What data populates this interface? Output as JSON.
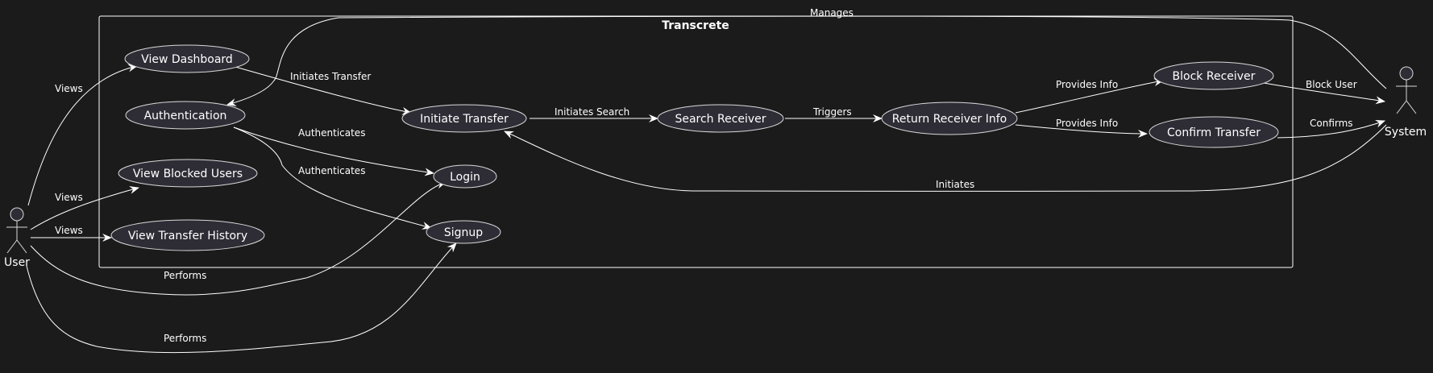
{
  "diagram": {
    "system_boundary": {
      "title": "Transcrete"
    },
    "actors": {
      "user": "User",
      "system": "System"
    },
    "use_cases": {
      "view_dashboard": "View Dashboard",
      "authentication": "Authentication",
      "view_blocked_users": "View Blocked Users",
      "view_transfer_history": "View Transfer History",
      "initiate_transfer": "Initiate Transfer",
      "login": "Login",
      "signup": "Signup",
      "search_receiver": "Search Receiver",
      "return_receiver_info": "Return Receiver Info",
      "block_receiver": "Block Receiver",
      "confirm_transfer": "Confirm Transfer"
    },
    "edge_labels": {
      "user_views_dashboard": "Views",
      "user_views_blocked": "Views",
      "user_views_history": "Views",
      "user_performs_login": "Performs",
      "user_performs_signup": "Performs",
      "dashboard_initiates_transfer": "Initiates Transfer",
      "auth_login": "Authenticates",
      "auth_signup": "Authenticates",
      "transfer_search": "Initiates Search",
      "search_triggers": "Triggers",
      "info_block": "Provides Info",
      "info_confirm": "Provides Info",
      "block_user": "Block User",
      "confirms": "Confirms",
      "initiates": "Initiates",
      "manages": "Manages"
    },
    "colors": {
      "background": "#1b1b1b",
      "use_case_fill": "#2e2d36",
      "stroke": "#d8d8d8",
      "text": "#ffffff"
    }
  }
}
